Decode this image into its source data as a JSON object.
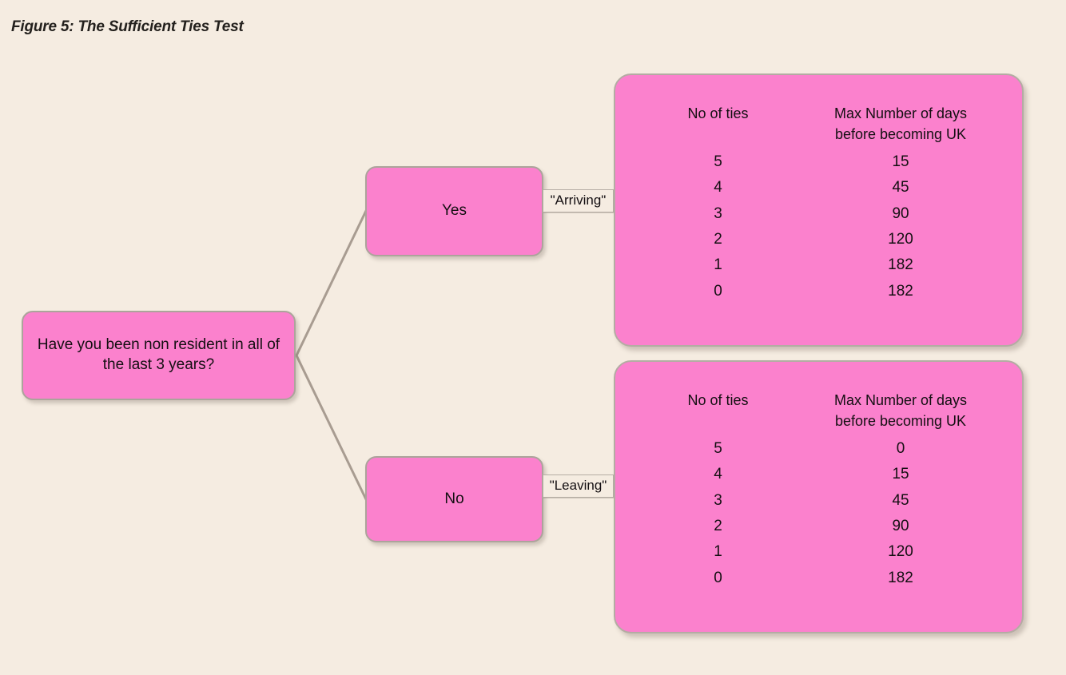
{
  "figure": {
    "title": "Figure 5: The Sufficient Ties Test"
  },
  "colors": {
    "background": "#f5ece1",
    "node_fill": "#fb81cd",
    "node_border": "#aca49b",
    "connector": "#a89c91",
    "text": "#140f12"
  },
  "nodes": {
    "root": {
      "label": "Have you been non resident in all of the last 3 years?"
    },
    "yes": {
      "label": "Yes"
    },
    "no": {
      "label": "No"
    }
  },
  "edges": {
    "arriving": {
      "label": "\"Arriving\""
    },
    "leaving": {
      "label": "\"Leaving\""
    }
  },
  "tables": {
    "arriving": {
      "headers": {
        "ties": "No of ties",
        "days_line1": "Max Number of days",
        "days_line2": "before becoming UK"
      },
      "rows": [
        {
          "ties": "5",
          "days": "15"
        },
        {
          "ties": "4",
          "days": "45"
        },
        {
          "ties": "3",
          "days": "90"
        },
        {
          "ties": "2",
          "days": "120"
        },
        {
          "ties": "1",
          "days": "182"
        },
        {
          "ties": "0",
          "days": "182"
        }
      ]
    },
    "leaving": {
      "headers": {
        "ties": "No of ties",
        "days_line1": "Max Number of days",
        "days_line2": "before becoming UK"
      },
      "rows": [
        {
          "ties": "5",
          "days": "0"
        },
        {
          "ties": "4",
          "days": "15"
        },
        {
          "ties": "3",
          "days": "45"
        },
        {
          "ties": "2",
          "days": "90"
        },
        {
          "ties": "1",
          "days": "120"
        },
        {
          "ties": "0",
          "days": "182"
        }
      ]
    }
  }
}
